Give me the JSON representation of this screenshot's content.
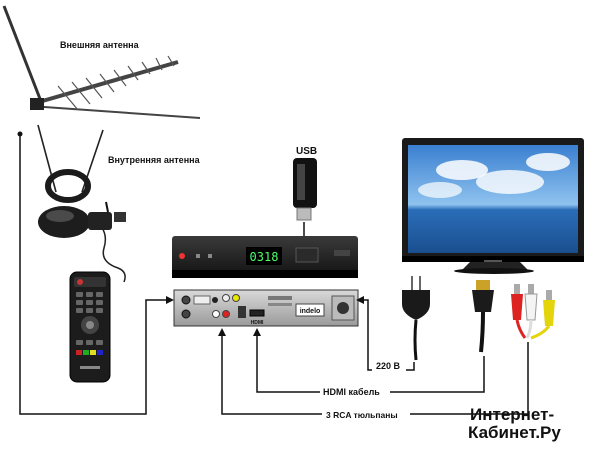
{
  "labels": {
    "outdoor_antenna": "Внешняя антенна",
    "indoor_antenna": "Внутренняя антенна",
    "usb": "USB",
    "power": "220 В",
    "hdmi_cable": "HDMI  кабель",
    "rca_cables": "3 RCA тюльпаны"
  },
  "receiver": {
    "display": "0318",
    "brand_back": "indelo",
    "hdmi_port": "HDMI"
  },
  "watermark": {
    "line1": "Интернет-",
    "line2": "Кабинет.Ру"
  },
  "colors": {
    "display_green": "#4cff6a",
    "tv_sky": "#3f8fd8",
    "sea": "#1d5fa6"
  },
  "icons": [
    "outdoor-antenna-icon",
    "indoor-antenna-icon",
    "remote-control-icon",
    "usb-stick-icon",
    "receiver-icon",
    "tv-icon",
    "power-plug-icon",
    "hdmi-plug-icon",
    "rca-plugs-icon"
  ]
}
